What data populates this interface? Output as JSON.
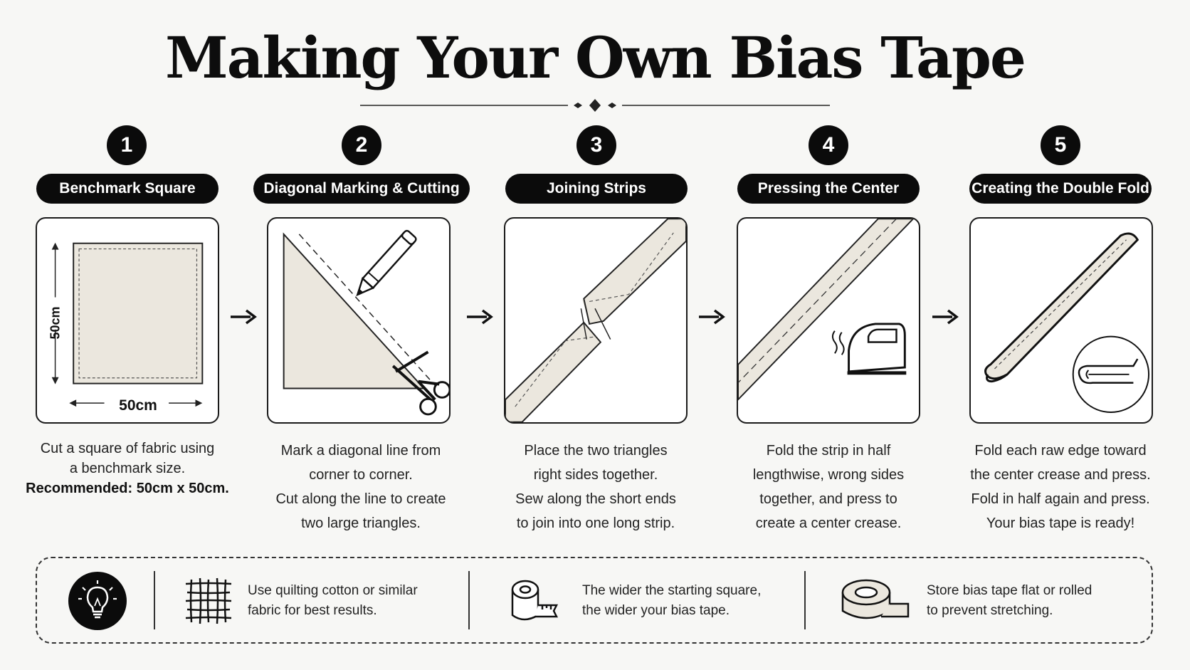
{
  "title": "Making Your Own Bias Tape",
  "steps": [
    {
      "number": "1",
      "label": "Benchmark Square",
      "lines": [
        "Cut a square of fabric using",
        "a benchmark size."
      ],
      "emphasis": "Recommended: 50cm x 50cm."
    },
    {
      "number": "2",
      "label": "Diagonal Marking & Cutting",
      "lines": [
        "Mark a diagonal line from",
        "corner to corner.",
        "Cut along the line to create",
        "two large triangles."
      ]
    },
    {
      "number": "3",
      "label": "Joining Strips",
      "lines": [
        "Place the two triangles",
        "right sides together.",
        "Sew along the short ends",
        "to join into one long strip."
      ]
    },
    {
      "number": "4",
      "label": "Pressing the Center",
      "lines": [
        "Fold the strip in half",
        "lengthwise, wrong sides",
        "together, and press to",
        "create a center crease."
      ]
    },
    {
      "number": "5",
      "label": "Creating the Double Fold",
      "lines": [
        "Fold each raw edge toward",
        "the center crease and press.",
        "Fold in half again and press.",
        "Your bias tape is ready!"
      ]
    }
  ],
  "dimensions": {
    "width_label": "50cm",
    "height_label": "50cm"
  },
  "tips": [
    {
      "icon": "fabric-grid-icon",
      "lines": [
        "Use quilting cotton or similar",
        "fabric for best results."
      ]
    },
    {
      "icon": "tape-measure-icon",
      "lines": [
        "The wider the starting square,",
        "the wider your bias tape."
      ]
    },
    {
      "icon": "tape-roll-icon",
      "lines": [
        "Store bias tape flat or rolled",
        "to prevent stretching."
      ]
    }
  ],
  "icons": [
    "lightbulb-icon",
    "pencil-icon",
    "scissors-icon",
    "iron-icon",
    "arrow-right-icon"
  ],
  "colors": {
    "ink": "#0b0b0b",
    "fabric": "#ebe7de",
    "background": "#f7f7f5"
  }
}
